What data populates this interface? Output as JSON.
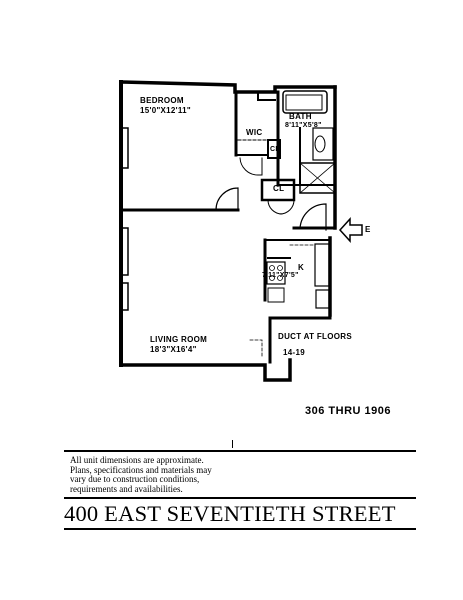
{
  "rooms": {
    "bedroom": {
      "name": "BEDROOM",
      "dims": "15'0\"X12'11\""
    },
    "wic": {
      "name": "WIC"
    },
    "bath": {
      "name": "BATH",
      "dims": "8'11\"X5'8\""
    },
    "cl_upper": {
      "name": "CL"
    },
    "cl_lower": {
      "name": "CL"
    },
    "kitchen": {
      "name": "K",
      "dims": "7'11\"X7'5\""
    },
    "living": {
      "name": "LIVING ROOM",
      "dims": "18'3\"X16'4\""
    }
  },
  "notes": {
    "duct_line1": "DUCT AT FLOORS",
    "duct_line2": "14-19",
    "entry": "E"
  },
  "units_range": "306 THRU 1906",
  "disclaimer": [
    "All unit dimensions are approximate.",
    "Plans, specifications and materials may",
    "vary due to construction conditions,",
    "requirements and availabilities."
  ],
  "building_name": "400 EAST SEVENTIETH STREET"
}
